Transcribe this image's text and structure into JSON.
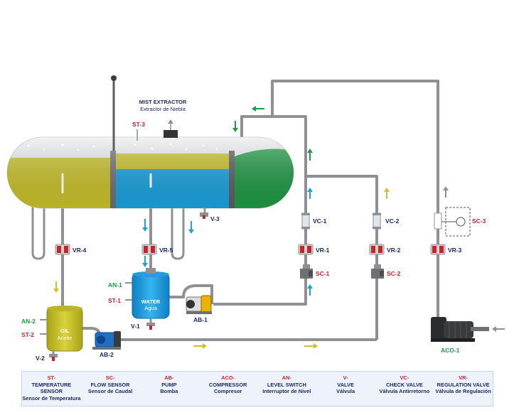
{
  "labels": {
    "mist_extractor_en": "MIST EXTRACTOR",
    "mist_extractor_es": "Extractor de Niebla",
    "st3": "ST-3",
    "v3": "V-3",
    "vr4": "VR-4",
    "vr5": "VR-5",
    "vr1": "VR-1",
    "vr2": "VR-2",
    "vr3": "VR-3",
    "vc1": "VC-1",
    "vc2": "VC-2",
    "sc1": "SC-1",
    "sc2": "SC-2",
    "sc3": "SC-3",
    "an1": "AN-1",
    "st1": "ST-1",
    "an2": "AN-2",
    "st2": "ST-2",
    "v1": "V-1",
    "v2": "V-2",
    "ab1": "AB-1",
    "ab2": "AB-2",
    "aco1": "ACO-1",
    "water_en": "WATER",
    "water_es": "Agua",
    "oil_en": "OIL",
    "oil_es": "Aceite"
  },
  "legend": [
    {
      "code": "ST-",
      "en": "TEMPERATURE SENSOR",
      "es": "Sensor de Temperatura"
    },
    {
      "code": "SC-",
      "en": "FLOW SENSOR",
      "es": "Sensor de Caudal"
    },
    {
      "code": "AB-",
      "en": "PUMP",
      "es": "Bomba"
    },
    {
      "code": "ACO-",
      "en": "COMPRESSOR",
      "es": "Compresor"
    },
    {
      "code": "AN-",
      "en": "LEVEL SWITCH",
      "es": "Interruptor de Nivel"
    },
    {
      "code": "V-",
      "en": "VALVE",
      "es": "Válvula"
    },
    {
      "code": "VC-",
      "en": "CHECK VALVE",
      "es": "Válvula Antirretorno"
    },
    {
      "code": "VR-",
      "en": "REGULATION VALVE",
      "es": "Válvula de Regulación"
    }
  ],
  "colors": {
    "oil": "#c9c229",
    "water": "#1aa3e0",
    "gas": "#1f9a45",
    "pipe": "#8e9094",
    "label": "#1b2a63",
    "code": "#c0262c"
  }
}
